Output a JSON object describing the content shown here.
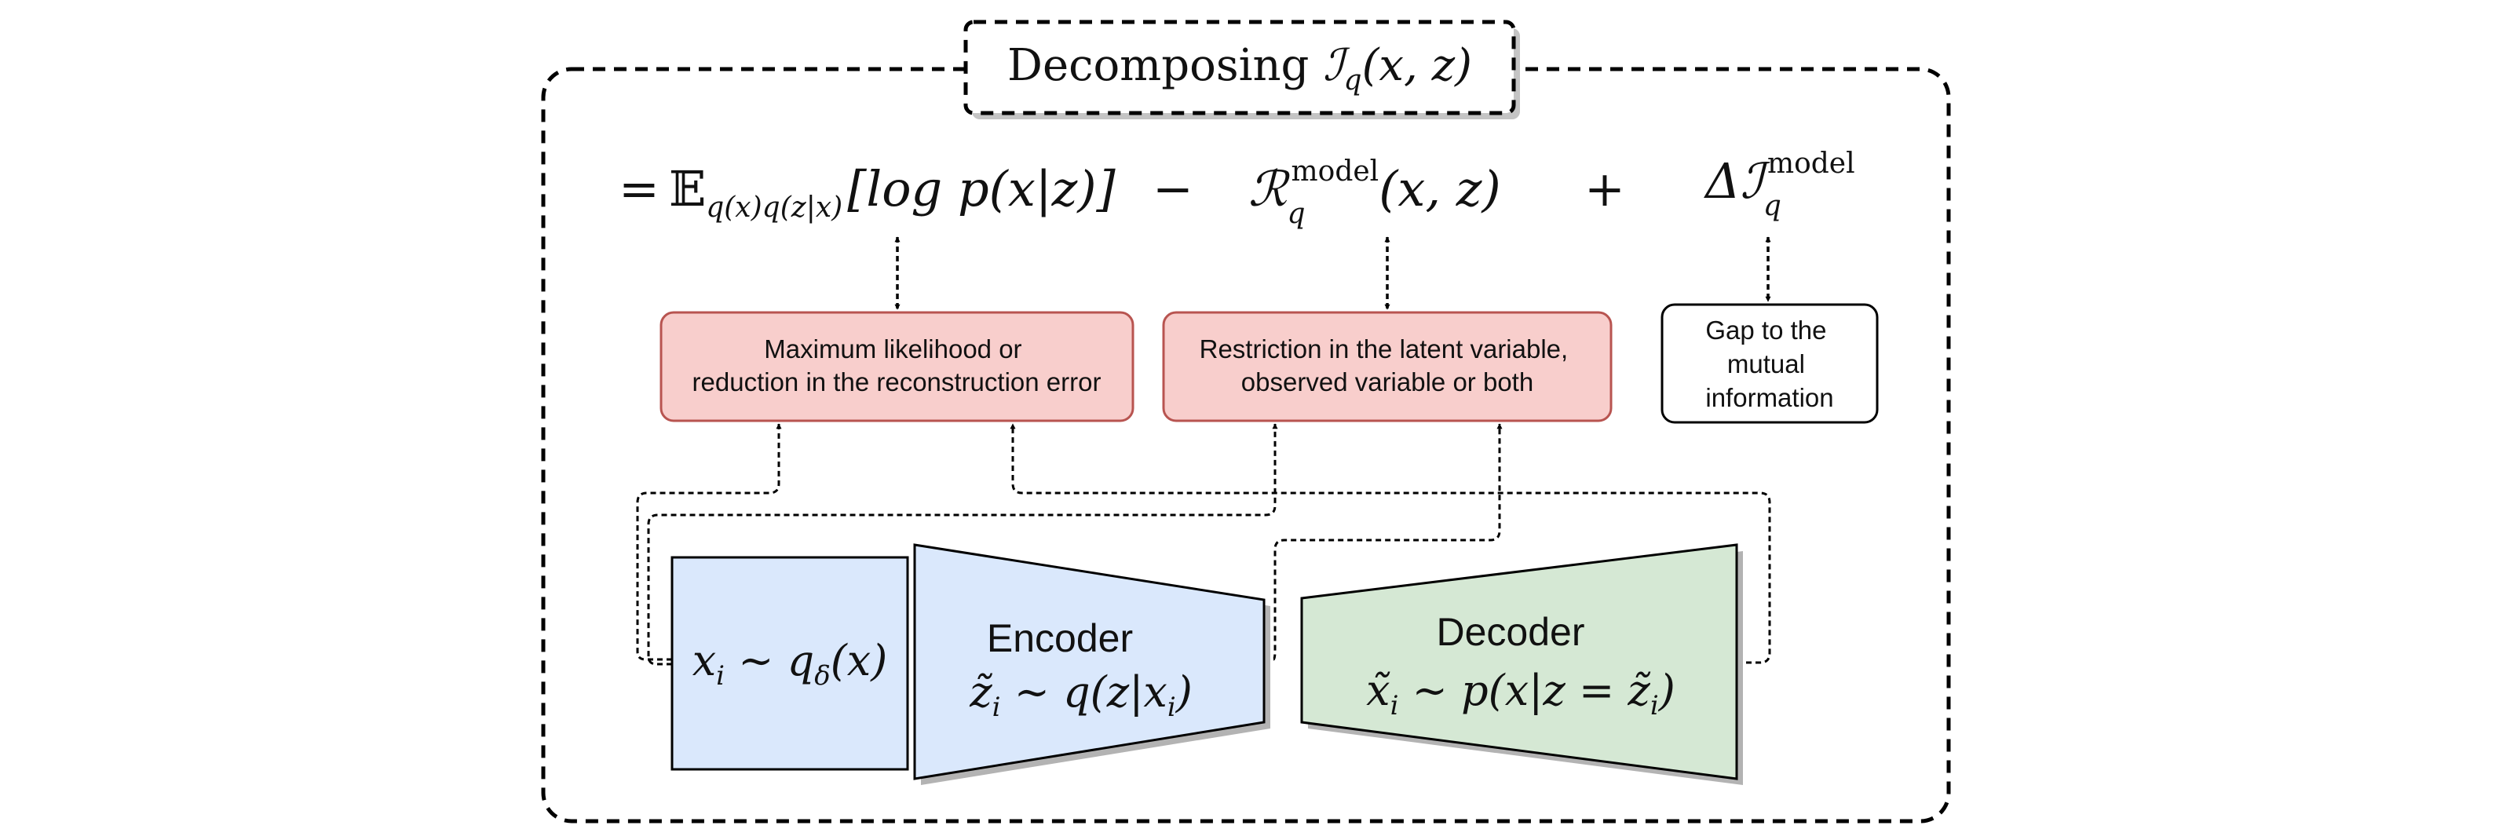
{
  "title": {
    "prefix": "Decomposing ",
    "symbol": "ℐ",
    "sub": "q",
    "args": "(x, z)"
  },
  "equation": {
    "eq_sign": "=",
    "expectation": "𝔼",
    "expectation_sub": "q(x)q(z|x)",
    "expectation_body": "[log p(x|z)]",
    "minus": "−",
    "regularizer_symbol": "ℛ",
    "regularizer_sub": "q",
    "regularizer_sup": "model",
    "regularizer_args": "(x, z)",
    "plus": "+",
    "gap_symbol": "Δℐ",
    "gap_sub": "q",
    "gap_sup": "model"
  },
  "boxes": {
    "likelihood": [
      "Maximum likelihood or",
      "reduction in the reconstruction error"
    ],
    "restriction": [
      "Restriction in the latent variable,",
      "observed variable or both"
    ],
    "gap": [
      "Gap to the",
      "mutual",
      "information"
    ]
  },
  "blocks": {
    "input": {
      "formula": "x",
      "formula_sub": "i",
      "formula_rest": " ∼ q",
      "formula_rest_sub": "δ",
      "formula_tail": "(x)"
    },
    "encoder": {
      "label": "Encoder",
      "formula": "z̃",
      "formula_sub": "i",
      "formula_rest": " ∼ q(z|x",
      "formula_rest_sub": "i",
      "formula_tail": ")"
    },
    "decoder": {
      "label": "Decoder",
      "formula": "x̃",
      "formula_sub": "i",
      "formula_rest": " ∼ p(x|z = z̃",
      "formula_rest_sub": "i",
      "formula_tail": ")"
    }
  },
  "colors": {
    "red_fill": "#f8cecc",
    "red_stroke": "#b85450",
    "blue_fill": "#dae8fc",
    "green_fill": "#d5e8d4",
    "shadow": "#b3b3b3"
  }
}
